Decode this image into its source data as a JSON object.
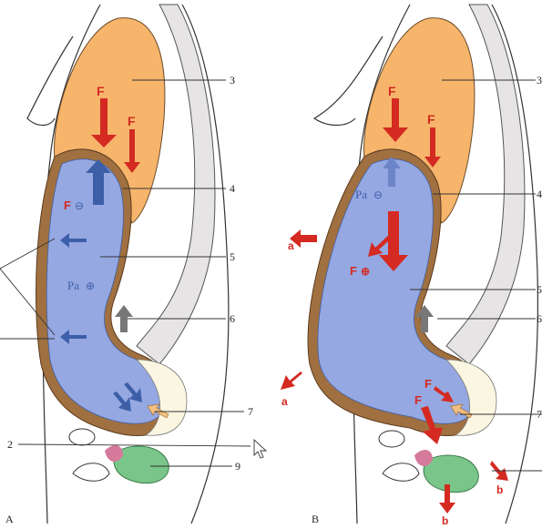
{
  "panels": [
    {
      "letter": "A",
      "numbers": [
        "3",
        "4",
        "5",
        "6",
        "7",
        "2",
        "9"
      ],
      "force_labels": [
        "F",
        "F",
        "F",
        "Pa"
      ]
    },
    {
      "letter": "B",
      "numbers": [
        "3",
        "4",
        "5",
        "6",
        "7"
      ],
      "force_labels": [
        "F",
        "F",
        "Pa",
        "F",
        "F",
        "F"
      ],
      "arrow_labels": [
        "a",
        "a",
        "b",
        "b"
      ]
    }
  ],
  "colors": {
    "liver": "#f6b56b",
    "lung": "#e7e4e6",
    "abdomen": "#95a8e2",
    "wall": "#a07040",
    "bladder": "#fbf6e1",
    "red_arrow": "#d42a22",
    "blue_arrow": "#3d5fa8",
    "bone": "#79c58a",
    "pink": "#d67a9c"
  }
}
